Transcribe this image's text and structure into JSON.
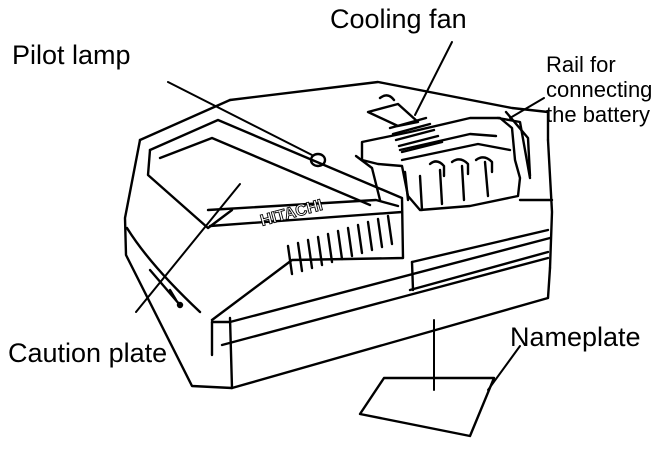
{
  "labels": {
    "pilot_lamp": "Pilot lamp",
    "cooling_fan": "Cooling fan",
    "rail_line1": "Rail for",
    "rail_line2": "connecting",
    "rail_line3": "the battery",
    "caution_plate": "Caution plate",
    "nameplate": "Nameplate"
  },
  "brand_mark": "HITACHI",
  "colors": {
    "ink": "#000000",
    "paper": "#ffffff"
  }
}
